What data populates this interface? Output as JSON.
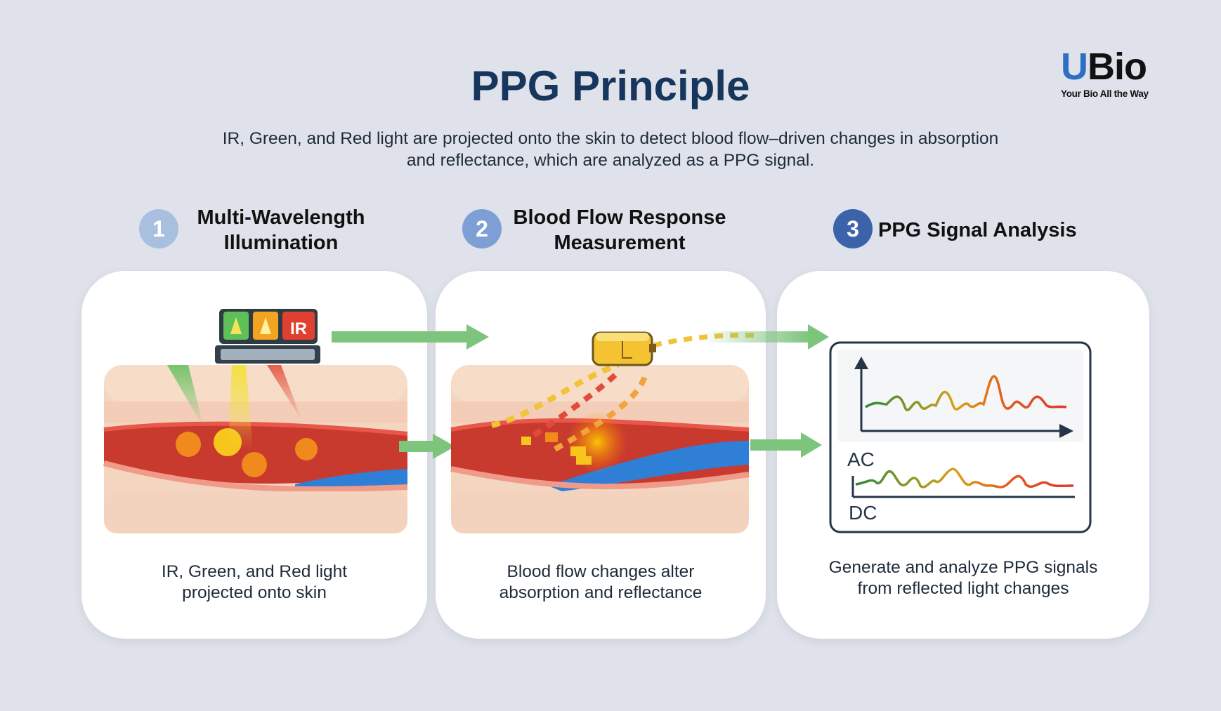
{
  "header": {
    "title": "PPG Principle",
    "subtitle": "IR, Green, and Red light are projected onto the skin to detect blood flow–driven changes in absorption and reflectance, which are analyzed as a PPG signal."
  },
  "logo": {
    "letter_u": "U",
    "rest": "Bio",
    "tagline": "Your Bio All the Way"
  },
  "steps": [
    {
      "number": "1",
      "title_line1": "Multi-Wavelength",
      "title_line2": "Illumination",
      "caption_line1": "IR, Green, and Red light",
      "caption_line2": "projected onto skin"
    },
    {
      "number": "2",
      "title_line1": "Blood Flow Response",
      "title_line2": "Measurement",
      "caption_line1": "Blood flow changes alter",
      "caption_line2": "absorption and reflectance"
    },
    {
      "number": "3",
      "title_line1": "PPG Signal Analysis",
      "caption_line1": "Generate and analyze PPG signals",
      "caption_line2": "from reflected light changes"
    }
  ],
  "illustration": {
    "led_label": "IR",
    "chart_ac_label": "AC",
    "chart_dc_label": "DC"
  },
  "colors": {
    "title": "#17365d",
    "step1": "#a9bfe0",
    "step2": "#7d9fd6",
    "step3": "#3c63aa",
    "arrow": "#7dc47d",
    "blood": "#c0392b",
    "vein": "#2f7fd6"
  }
}
